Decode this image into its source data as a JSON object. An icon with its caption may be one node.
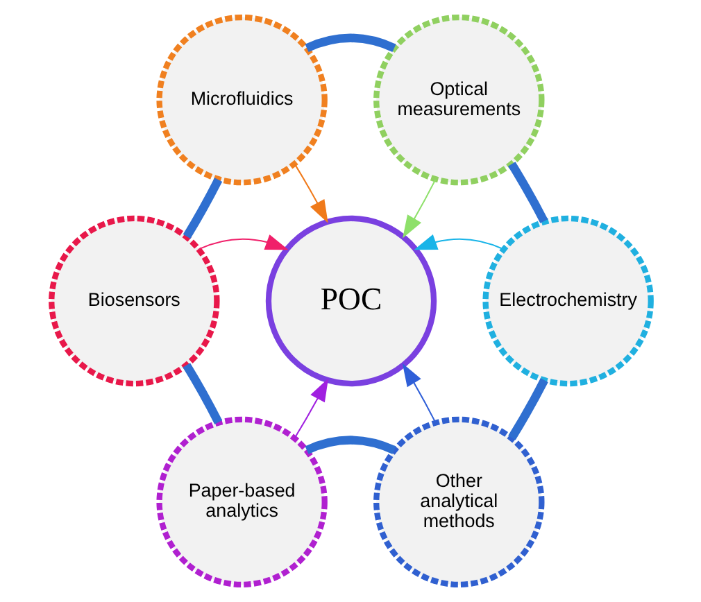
{
  "diagram": {
    "nodes": [
      {
        "text": [
          "Microfluidics"
        ]
      },
      {
        "text": [
          "Optical measurements"
        ]
      },
      {
        "text": [
          "Biosensors"
        ]
      },
      {
        "text": [
          "POC"
        ]
      },
      {
        "text": [
          "Electrochemistry"
        ]
      },
      {
        "text": [
          "Paper-based analytics"
        ]
      },
      {
        "text": [
          "Other analytical methods"
        ]
      }
    ],
    "edges": [
      {
        "from": 0,
        "to": 3,
        "arrow": "to",
        "color": "#f07a1a"
      },
      {
        "from": 1,
        "to": 3,
        "arrow": "to",
        "color": "#8ee06a"
      },
      {
        "from": 2,
        "to": 3,
        "arrow": "to",
        "color": "#f0206a"
      },
      {
        "from": 4,
        "to": 3,
        "arrow": "to",
        "color": "#18b4e8"
      },
      {
        "from": 5,
        "to": 3,
        "arrow": "to",
        "color": "#a020e0"
      },
      {
        "from": 6,
        "to": 3,
        "arrow": "to",
        "color": "#2f5fd8"
      },
      {
        "from": 0,
        "to": 1,
        "arrow": "none",
        "style": "thick"
      },
      {
        "from": 1,
        "to": 4,
        "arrow": "none",
        "style": "thick"
      },
      {
        "from": 4,
        "to": 6,
        "arrow": "none",
        "style": "thick"
      },
      {
        "from": 6,
        "to": 5,
        "arrow": "none",
        "style": "thick"
      },
      {
        "from": 5,
        "to": 2,
        "arrow": "none",
        "style": "thick"
      },
      {
        "from": 2,
        "to": 0,
        "arrow": "none",
        "style": "thick"
      }
    ]
  }
}
